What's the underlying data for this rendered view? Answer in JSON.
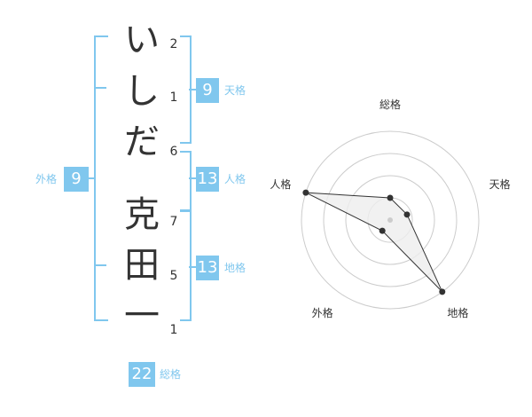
{
  "name_chars": [
    {
      "char": "い",
      "strokes": "2"
    },
    {
      "char": "し",
      "strokes": "1"
    },
    {
      "char": "だ",
      "strokes": "6"
    },
    {
      "char": "克",
      "strokes": "7"
    },
    {
      "char": "田",
      "strokes": "5"
    },
    {
      "char": "一",
      "strokes": "1"
    }
  ],
  "fortune": {
    "tenkaku": {
      "value": "9",
      "label": "天格"
    },
    "jinkaku": {
      "value": "13",
      "label": "人格"
    },
    "chikaku": {
      "value": "13",
      "label": "地格"
    },
    "gaikaku": {
      "value": "9",
      "label": "外格"
    },
    "soukaku": {
      "value": "22",
      "label": "総格"
    }
  },
  "colors": {
    "accent": "#80c7ee",
    "text": "#333333",
    "ring": "#cccccc",
    "fill": "#eeeeee"
  },
  "chart_data": {
    "type": "radar",
    "axes": [
      "総格",
      "天格",
      "地格",
      "外格",
      "人格"
    ],
    "values": [
      0.25,
      0.2,
      1.0,
      0.15,
      1.0
    ],
    "rings": 4
  }
}
